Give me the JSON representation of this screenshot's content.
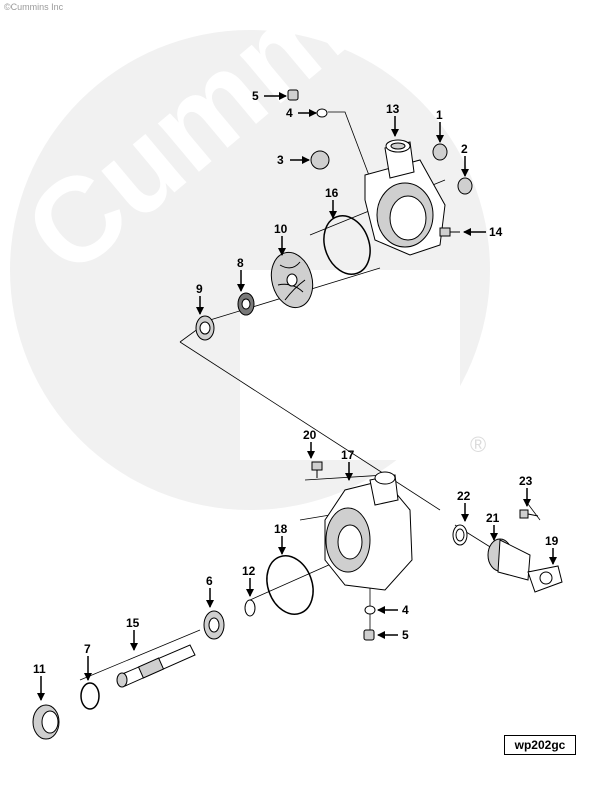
{
  "copyright": "©Cummins Inc",
  "watermark_text": "Cummins",
  "registered_mark": "®",
  "drawing_id": "wp202gc",
  "callouts": {
    "c1": "1",
    "c2": "2",
    "c3": "3",
    "c4a": "4",
    "c4b": "4",
    "c5a": "5",
    "c5b": "5",
    "c6": "6",
    "c7": "7",
    "c8": "8",
    "c9": "9",
    "c10": "10",
    "c11": "11",
    "c12": "12",
    "c13": "13",
    "c14": "14",
    "c15": "15",
    "c16": "16",
    "c17": "17",
    "c18": "18",
    "c19": "19",
    "c20": "20",
    "c21": "21",
    "c22": "22",
    "c23": "23"
  }
}
